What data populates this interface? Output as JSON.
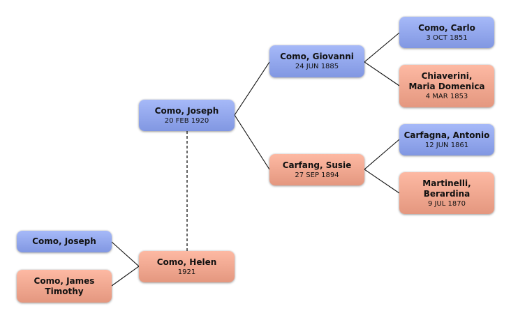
{
  "colors": {
    "male": "#93a8ee",
    "female": "#f2a891",
    "connector": "#111111",
    "dashed": "#666666"
  },
  "people": {
    "root": {
      "name": "Como, Joseph",
      "date": "20 FEB 1920",
      "gender": "male"
    },
    "father": {
      "name": "Como, Giovanni",
      "date": "24 JUN 1885",
      "gender": "male"
    },
    "mother": {
      "name": "Carfang, Susie",
      "date": "27 SEP 1894",
      "gender": "female"
    },
    "pat_gf": {
      "name": "Como, Carlo",
      "date": "3 OCT 1851",
      "gender": "male"
    },
    "pat_gm": {
      "name": "Chiaverini, Maria Domenica",
      "date": "4 MAR 1853",
      "gender": "female"
    },
    "mat_gf": {
      "name": "Carfagna, Antonio",
      "date": "12 JUN 1861",
      "gender": "male"
    },
    "mat_gm": {
      "name": "Martinelli, Berardina",
      "date": "9 JUL 1870",
      "gender": "female"
    },
    "spouse": {
      "name": "Como, Helen",
      "date": "1921",
      "gender": "female"
    },
    "child1": {
      "name": "Como, Joseph",
      "date": "",
      "gender": "male"
    },
    "child2": {
      "name": "Como, James Timothy",
      "date": "",
      "gender": "female"
    }
  }
}
